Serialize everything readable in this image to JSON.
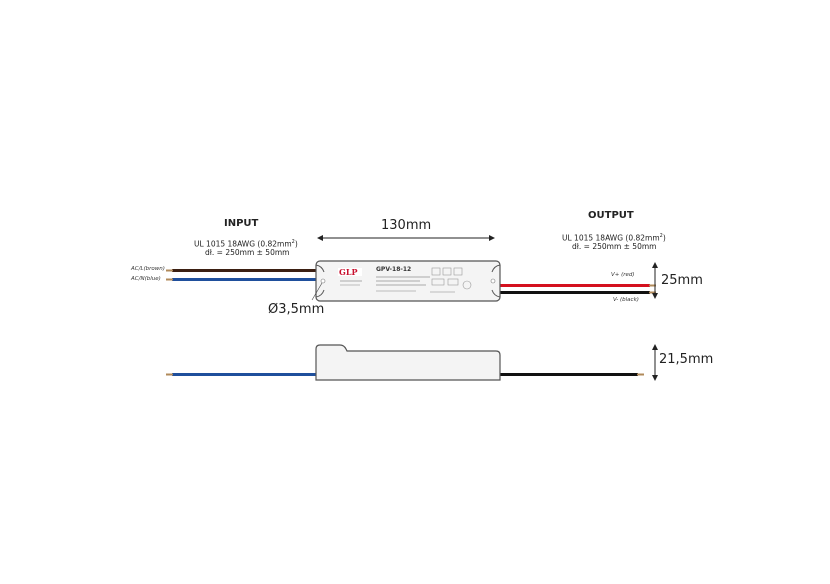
{
  "input": {
    "heading": "INPUT",
    "spec_line1": "UL 1015 18AWG (0.82mm",
    "spec_sup": "2",
    "spec_line1_end": ")",
    "spec_line2": "dł. = 250mm ± 50mm",
    "wire_brown_label": "AC/L(brown)",
    "wire_blue_label": "AC/N(blue)"
  },
  "output": {
    "heading": "OUTPUT",
    "spec_line1": "UL 1015 18AWG (0.82mm",
    "spec_sup": "2",
    "spec_line1_end": ")",
    "spec_line2": "dł. = 250mm ± 50mm",
    "wire_red_label": "V+ (red)",
    "wire_black_label": "V- (black)"
  },
  "dimensions": {
    "length": "130mm",
    "width": "25mm",
    "height": "21,5mm",
    "hole": "Ø3,5mm"
  },
  "device_label": {
    "brand": "GLP",
    "model": "GPV-18-12"
  },
  "colors": {
    "wire_brown": "#3b1f12",
    "wire_blue": "#1f4f9c",
    "wire_red": "#d4101e",
    "wire_black": "#111111",
    "housing_fill": "#f4f4f4",
    "housing_stroke": "#555555",
    "brand_red": "#c8102e"
  }
}
